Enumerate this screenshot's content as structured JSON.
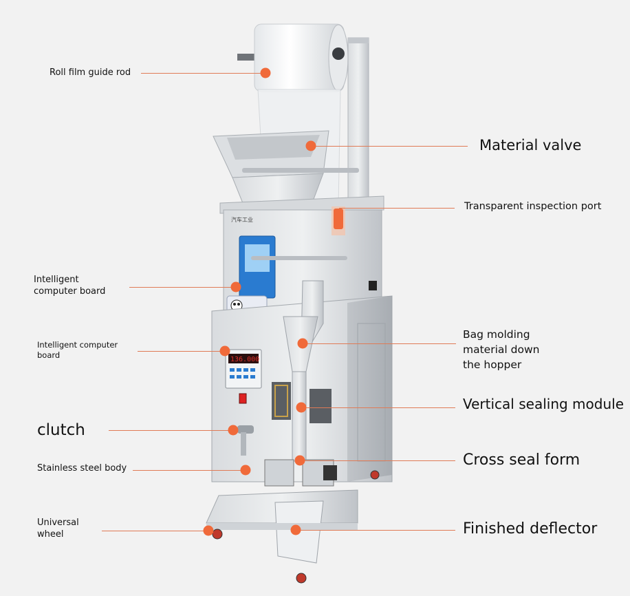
{
  "colors": {
    "background": "#f2f2f2",
    "leader_line": "#e07a55",
    "marker": "#f06a3a",
    "steel": "#c9cdd2",
    "display_red": "#e0302a",
    "display_blue": "#2a7bd0"
  },
  "machine": {
    "brand_text": "汽车工业",
    "display_digits": "136.000"
  },
  "callouts": {
    "roll_film": "Roll film guide rod",
    "material_valve": "Material valve",
    "inspection_port": "Transparent inspection port",
    "computer_board_1_line1": "Intelligent",
    "computer_board_1_line2": "computer board",
    "computer_board_2_line1": "Intelligent computer",
    "computer_board_2_line2": "board",
    "bag_molding_line1": "Bag molding",
    "bag_molding_line2": "material down",
    "bag_molding_line3": "the hopper",
    "vertical_sealing": "Vertical sealing module",
    "clutch": "clutch",
    "cross_seal": "Cross seal form",
    "steel_body": "Stainless steel body",
    "universal_wheel_line1": "Universal",
    "universal_wheel_line2": "wheel",
    "finished_deflector": "Finished deflector"
  }
}
